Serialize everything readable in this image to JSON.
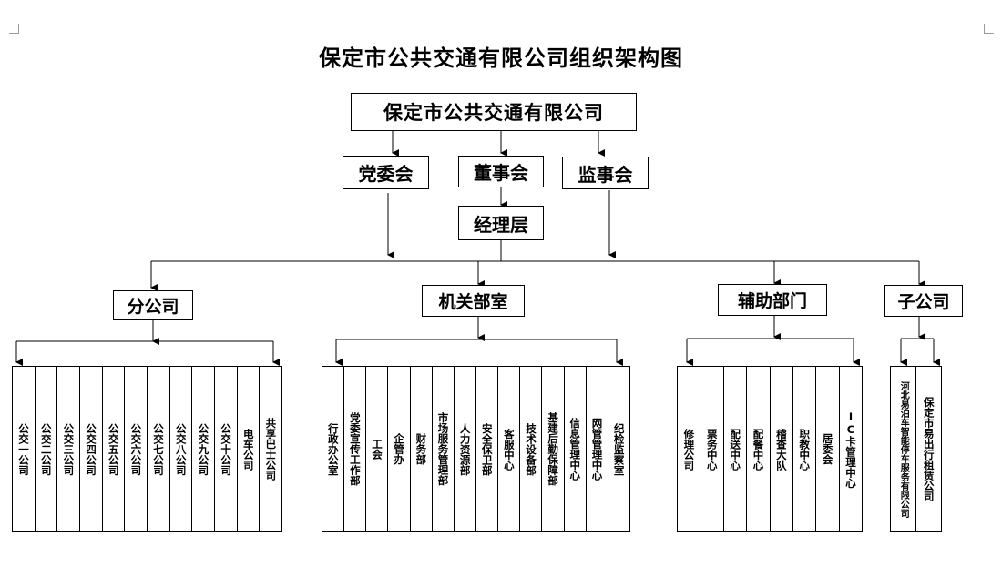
{
  "title": "保定市公共交通有限公司组织架构图",
  "company": "保定市公共交通有限公司",
  "governance": {
    "party": "党委会",
    "board": "董事会",
    "supervisory": "监事会",
    "management": "经理层"
  },
  "groups": [
    {
      "label": "分公司",
      "items": [
        "公交一公司",
        "公交二公司",
        "公交三公司",
        "公交四公司",
        "公交五公司",
        "公交六公司",
        "公交七公司",
        "公交八公司",
        "公交九公司",
        "公交十公司",
        "电车公司",
        "共享巴士公司"
      ]
    },
    {
      "label": "机关部室",
      "items": [
        "行政办公室",
        "党委宣传工作部",
        "工会",
        "企管办",
        "财务部",
        "市场服务管理部",
        "人力资源部",
        "安全保卫部",
        "客服中心",
        "技术设备部",
        "基建后勤保障部",
        "信息管理中心",
        "网管管理中心",
        "纪检监察室"
      ]
    },
    {
      "label": "辅助部门",
      "items": [
        "修理公司",
        "票务中心",
        "配送中心",
        "配餐中心",
        "稽查大队",
        "职教中心",
        "居委会",
        "IC卡管理中心"
      ]
    },
    {
      "label": "子公司",
      "items": [
        "河北易泊车智能停车服务有限公司",
        "保定市易出行租赁公司"
      ]
    }
  ]
}
